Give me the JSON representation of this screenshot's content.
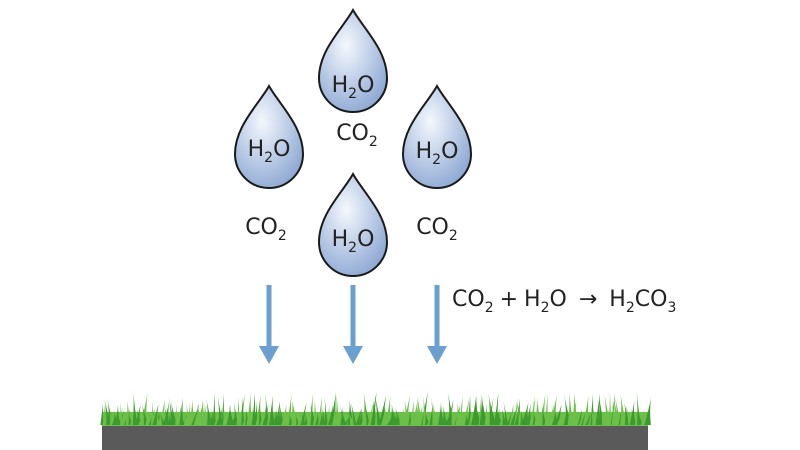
{
  "drops": [
    {
      "label": "H",
      "sub": "2",
      "suffix": "O"
    },
    {
      "label": "H",
      "sub": "2",
      "suffix": "O"
    },
    {
      "label": "H",
      "sub": "2",
      "suffix": "O"
    },
    {
      "label": "H",
      "sub": "2",
      "suffix": "O"
    }
  ],
  "co2_labels": [
    {
      "label": "CO",
      "sub": "2"
    },
    {
      "label": "CO",
      "sub": "2"
    },
    {
      "label": "CO",
      "sub": "2"
    }
  ],
  "equation": {
    "reactant1": "CO",
    "reactant1_sub": "2",
    "plus": "+",
    "reactant2_a": "H",
    "reactant2_sub": "2",
    "reactant2_b": "O",
    "arrow": "→",
    "product_a": "H",
    "product_sub1": "2",
    "product_b": "CO",
    "product_sub2": "3"
  },
  "colors": {
    "drop_light": "#eef3fb",
    "drop_dark": "#8fa9d3",
    "arrow": "#6a9fd0",
    "grass": "#6cc04a",
    "grass_dark": "#3e9a2f",
    "ground": "#5a5a5a"
  }
}
